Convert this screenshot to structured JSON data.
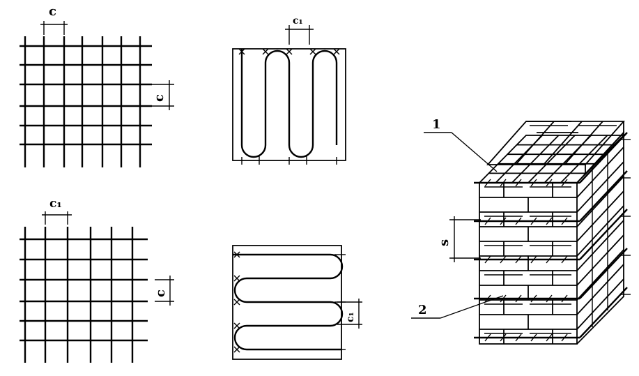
{
  "labels": {
    "grid1_top_dim": "c",
    "grid1_side_dim": "c",
    "zigzag1_dim": "c₁",
    "grid2_top_dim": "c₁",
    "grid2_side_dim": "c",
    "zigzag2_dim": "c₁",
    "brick_spacing": "s",
    "leader_1": "1",
    "leader_2": "2"
  },
  "colors": {
    "ink": "#000000",
    "paper": "#ffffff"
  }
}
